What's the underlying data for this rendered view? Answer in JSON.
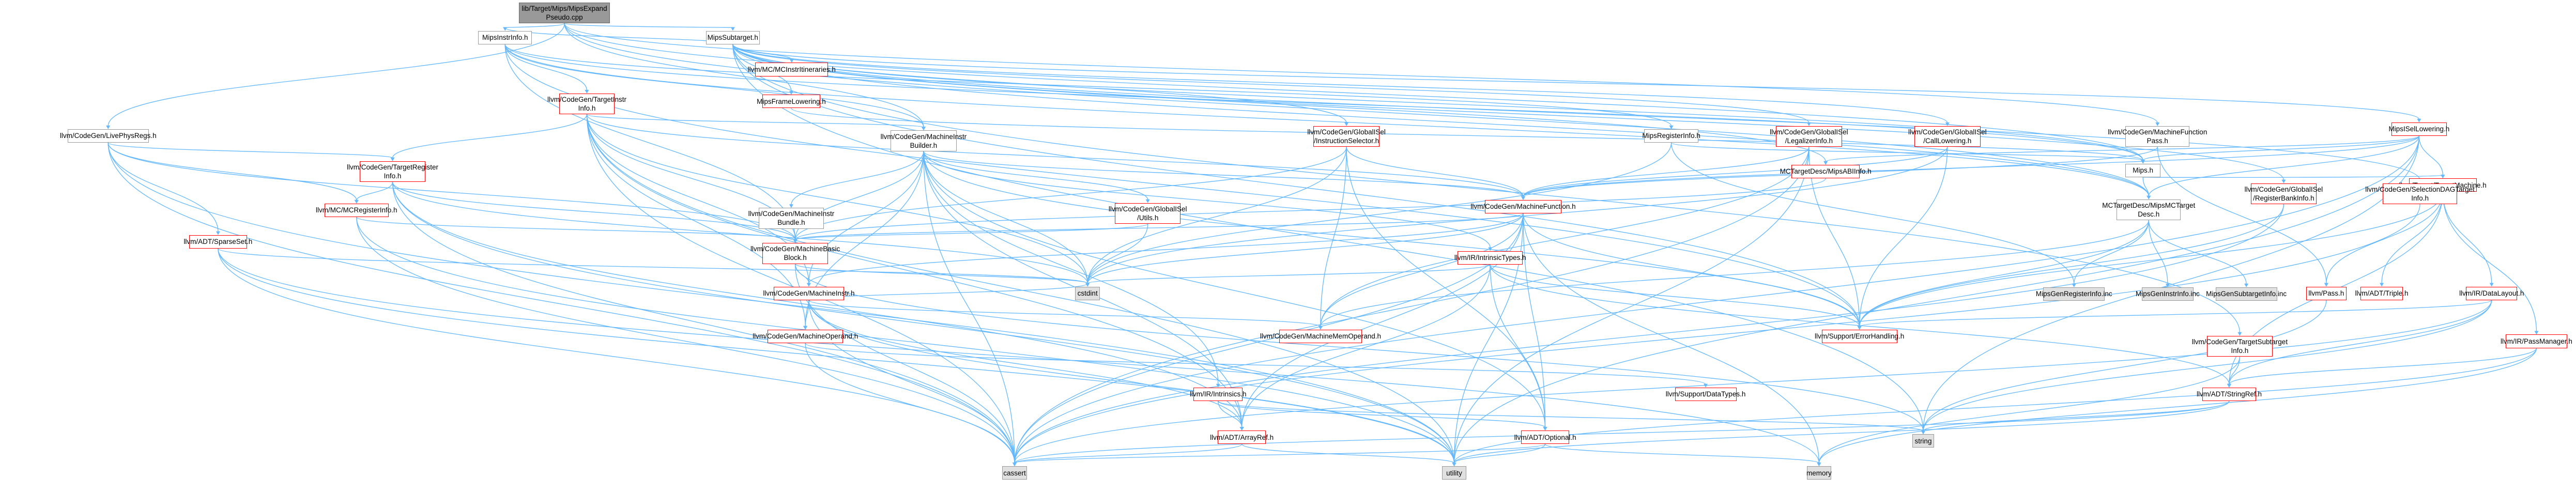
{
  "diagram": {
    "title": "",
    "colors": {
      "edge": "#63b8ff",
      "link_border": "#999999",
      "incomplete_border": "#ff0000",
      "grey_fill": "#e0e0e0",
      "root_fill": "#999999"
    },
    "nodes": [
      {
        "id": "root",
        "label": "lib/Target/Mips/MipsExpand\nPseudo.cpp",
        "style": "root"
      },
      {
        "id": "subtarget",
        "label": "MipsSubtarget.h",
        "style": "plain"
      },
      {
        "id": "instrinfo",
        "label": "MipsInstrInfo.h",
        "style": "plain"
      },
      {
        "id": "mcinstritin",
        "label": "llvm/MC/MCInstrItineraries.h",
        "style": "red"
      },
      {
        "id": "framelow",
        "label": "MipsFrameLowering.h",
        "style": "red"
      },
      {
        "id": "tii",
        "label": "llvm/CodeGen/TargetInstr\nInfo.h",
        "style": "red"
      },
      {
        "id": "livephys",
        "label": "llvm/CodeGen/LivePhysRegs.h",
        "style": "plain"
      },
      {
        "id": "mibuilder",
        "label": "llvm/CodeGen/MachineInstr\nBuilder.h",
        "style": "plain"
      },
      {
        "id": "gisel_is",
        "label": "llvm/CodeGen/GlobalISel\n/InstructionSelector.h",
        "style": "red"
      },
      {
        "id": "mipsreginfo",
        "label": "MipsRegisterInfo.h",
        "style": "plain"
      },
      {
        "id": "gisel_li",
        "label": "llvm/CodeGen/GlobalISel\n/LegalizerInfo.h",
        "style": "red"
      },
      {
        "id": "gisel_cl",
        "label": "llvm/CodeGen/GlobalISel\n/CallLowering.h",
        "style": "red"
      },
      {
        "id": "mfpass",
        "label": "llvm/CodeGen/MachineFunction\nPass.h",
        "style": "plain"
      },
      {
        "id": "isellow",
        "label": "MipsISelLowering.h",
        "style": "red"
      },
      {
        "id": "mcabi",
        "label": "MCTargetDesc/MipsABIInfo.h",
        "style": "red"
      },
      {
        "id": "mips_h",
        "label": "Mips.h",
        "style": "plain"
      },
      {
        "id": "mctd",
        "label": "MCTargetDesc/MipsMCTarget\nDesc.h",
        "style": "plain"
      },
      {
        "id": "tri",
        "label": "llvm/CodeGen/TargetRegister\nInfo.h",
        "style": "red"
      },
      {
        "id": "mcreginfo",
        "label": "llvm/MC/MCRegisterInfo.h",
        "style": "red"
      },
      {
        "id": "sparseset",
        "label": "llvm/ADT/SparseSet.h",
        "style": "red"
      },
      {
        "id": "mibundle",
        "label": "llvm/CodeGen/MachineInstr\nBundle.h",
        "style": "plain"
      },
      {
        "id": "gisel_utils",
        "label": "llvm/CodeGen/GlobalISel\n/Utils.h",
        "style": "red"
      },
      {
        "id": "mf",
        "label": "llvm/CodeGen/MachineFunction.h",
        "style": "red"
      },
      {
        "id": "mbb",
        "label": "llvm/CodeGen/MachineBasic\nBlock.h",
        "style": "red"
      },
      {
        "id": "irintrtypes",
        "label": "llvm/IR/IntrinsicTypes.h",
        "style": "red"
      },
      {
        "id": "mi",
        "label": "llvm/CodeGen/MachineInstr.h",
        "style": "red"
      },
      {
        "id": "mo",
        "label": "llvm/CodeGen/MachineOperand.h",
        "style": "red"
      },
      {
        "id": "cstdint",
        "label": "cstdint",
        "style": "grey"
      },
      {
        "id": "mmo",
        "label": "llvm/CodeGen/MachineMemOperand.h",
        "style": "red"
      },
      {
        "id": "errh",
        "label": "llvm/Support/ErrorHandling.h",
        "style": "red"
      },
      {
        "id": "irintrinsics",
        "label": "llvm/IR/Intrinsics.h",
        "style": "red"
      },
      {
        "id": "arrayref",
        "label": "llvm/ADT/ArrayRef.h",
        "style": "red"
      },
      {
        "id": "optional",
        "label": "llvm/ADT/Optional.h",
        "style": "red"
      },
      {
        "id": "datatypes",
        "label": "llvm/Support/DataTypes.h",
        "style": "red"
      },
      {
        "id": "cassert",
        "label": "cassert",
        "style": "grey"
      },
      {
        "id": "utility",
        "label": "utility",
        "style": "grey"
      },
      {
        "id": "memory",
        "label": "memory",
        "style": "grey"
      },
      {
        "id": "string",
        "label": "string",
        "style": "grey"
      },
      {
        "id": "genreg",
        "label": "MipsGenRegisterInfo.inc",
        "style": "grey"
      },
      {
        "id": "geninstr",
        "label": "MipsGenInstrInfo.inc",
        "style": "grey"
      },
      {
        "id": "gensub",
        "label": "MipsGenSubtargetInfo.inc",
        "style": "grey"
      },
      {
        "id": "targetmachine",
        "label": "llvm/Target/TargetMachine.h",
        "style": "red"
      },
      {
        "id": "pass",
        "label": "llvm/Pass.h",
        "style": "red"
      },
      {
        "id": "triple",
        "label": "llvm/ADT/Triple.h",
        "style": "red"
      },
      {
        "id": "datalayout",
        "label": "llvm/IR/DataLayout.h",
        "style": "red"
      },
      {
        "id": "passmanager",
        "label": "llvm/IR/PassManager.h",
        "style": "red"
      },
      {
        "id": "stringref",
        "label": "llvm/ADT/StringRef.h",
        "style": "red"
      },
      {
        "id": "tsi",
        "label": "llvm/CodeGen/TargetSubtarget\nInfo.h",
        "style": "red"
      },
      {
        "id": "gisel_rbi",
        "label": "llvm/CodeGen/GlobalISel\n/RegisterBankInfo.h",
        "style": "red"
      },
      {
        "id": "seldag",
        "label": "llvm/CodeGen/SelectionDAGTarget\nInfo.h",
        "style": "red"
      }
    ],
    "edges": [
      [
        "root",
        "subtarget"
      ],
      [
        "root",
        "instrinfo"
      ],
      [
        "root",
        "mips_h"
      ],
      [
        "root",
        "mibuilder"
      ],
      [
        "root",
        "livephys"
      ],
      [
        "root",
        "mfpass"
      ],
      [
        "root",
        "mctd"
      ],
      [
        "subtarget",
        "instrinfo"
      ],
      [
        "subtarget",
        "mcinstritin"
      ],
      [
        "subtarget",
        "framelow"
      ],
      [
        "subtarget",
        "isellow"
      ],
      [
        "subtarget",
        "mcabi"
      ],
      [
        "subtarget",
        "gisel_li"
      ],
      [
        "subtarget",
        "gisel_cl"
      ],
      [
        "subtarget",
        "gisel_is"
      ],
      [
        "subtarget",
        "gisel_rbi"
      ],
      [
        "subtarget",
        "seldag"
      ],
      [
        "subtarget",
        "tsi"
      ],
      [
        "subtarget",
        "mctd"
      ],
      [
        "subtarget",
        "errh"
      ],
      [
        "subtarget",
        "string"
      ],
      [
        "subtarget",
        "mips_h"
      ],
      [
        "instrinfo",
        "tii"
      ],
      [
        "instrinfo",
        "mipsreginfo"
      ],
      [
        "instrinfo",
        "mibuilder"
      ],
      [
        "instrinfo",
        "mbb"
      ],
      [
        "instrinfo",
        "mips_h"
      ],
      [
        "instrinfo",
        "mctd"
      ],
      [
        "instrinfo",
        "errh"
      ],
      [
        "framelow",
        "mips_h"
      ],
      [
        "tii",
        "mibuilder"
      ],
      [
        "tii",
        "tri"
      ],
      [
        "tii",
        "mbb"
      ],
      [
        "tii",
        "mi"
      ],
      [
        "tii",
        "mo"
      ],
      [
        "tii",
        "mf"
      ],
      [
        "tii",
        "cassert"
      ],
      [
        "tii",
        "cstdint"
      ],
      [
        "tii",
        "utility"
      ],
      [
        "tii",
        "arrayref"
      ],
      [
        "livephys",
        "tri"
      ],
      [
        "livephys",
        "mcreginfo"
      ],
      [
        "livephys",
        "sparseset"
      ],
      [
        "livephys",
        "mbb"
      ],
      [
        "livephys",
        "cassert"
      ],
      [
        "livephys",
        "utility"
      ],
      [
        "mibuilder",
        "mibundle"
      ],
      [
        "mibuilder",
        "gisel_utils"
      ],
      [
        "mibuilder",
        "mf"
      ],
      [
        "mibuilder",
        "mbb"
      ],
      [
        "mibuilder",
        "irintrtypes"
      ],
      [
        "mibuilder",
        "mi"
      ],
      [
        "mibuilder",
        "mo"
      ],
      [
        "mibuilder",
        "cstdint"
      ],
      [
        "mibuilder",
        "errh"
      ],
      [
        "mibuilder",
        "irintrinsics"
      ],
      [
        "mibuilder",
        "arrayref"
      ],
      [
        "mibuilder",
        "optional"
      ],
      [
        "mibuilder",
        "cassert"
      ],
      [
        "gisel_is",
        "mf"
      ],
      [
        "gisel_is",
        "mmo"
      ],
      [
        "gisel_is",
        "cstdint"
      ],
      [
        "gisel_is",
        "optional"
      ],
      [
        "gisel_is",
        "mbb"
      ],
      [
        "mipsreginfo",
        "mips_h"
      ],
      [
        "mipsreginfo",
        "genreg"
      ],
      [
        "mipsreginfo",
        "cstdint"
      ],
      [
        "gisel_li",
        "mf"
      ],
      [
        "gisel_li",
        "mmo"
      ],
      [
        "gisel_li",
        "errh"
      ],
      [
        "gisel_li",
        "cassert"
      ],
      [
        "gisel_li",
        "utility"
      ],
      [
        "gisel_cl",
        "mf"
      ],
      [
        "gisel_cl",
        "errh"
      ],
      [
        "gisel_cl",
        "cstdint"
      ],
      [
        "mfpass",
        "pass"
      ],
      [
        "mfpass",
        "mf"
      ],
      [
        "isellow",
        "mcabi"
      ],
      [
        "isellow",
        "mips_h"
      ],
      [
        "isellow",
        "mctd"
      ],
      [
        "isellow",
        "mf"
      ],
      [
        "isellow",
        "targetmachine"
      ],
      [
        "isellow",
        "cassert"
      ],
      [
        "isellow",
        "utility"
      ],
      [
        "isellow",
        "string"
      ],
      [
        "mcabi",
        "mbb"
      ],
      [
        "mips_h",
        "mctd"
      ],
      [
        "mips_h",
        "targetmachine"
      ],
      [
        "mctd",
        "genreg"
      ],
      [
        "mctd",
        "geninstr"
      ],
      [
        "mctd",
        "gensub"
      ],
      [
        "mctd",
        "mmo"
      ],
      [
        "mctd",
        "errh"
      ],
      [
        "tri",
        "mcreginfo"
      ],
      [
        "tri",
        "mbb"
      ],
      [
        "tri",
        "arrayref"
      ],
      [
        "tri",
        "cassert"
      ],
      [
        "tri",
        "cstdint"
      ],
      [
        "tri",
        "utility"
      ],
      [
        "mcreginfo",
        "mbb"
      ],
      [
        "mcreginfo",
        "cassert"
      ],
      [
        "mcreginfo",
        "utility"
      ],
      [
        "sparseset",
        "cassert"
      ],
      [
        "sparseset",
        "cstdint"
      ],
      [
        "sparseset",
        "utility"
      ],
      [
        "sparseset",
        "memory"
      ],
      [
        "gisel_utils",
        "mbb"
      ],
      [
        "gisel_utils",
        "cstdint"
      ],
      [
        "mf",
        "mbb"
      ],
      [
        "mf",
        "mi"
      ],
      [
        "mf",
        "mmo"
      ],
      [
        "mf",
        "errh"
      ],
      [
        "mf",
        "arrayref"
      ],
      [
        "mf",
        "optional"
      ],
      [
        "mf",
        "cassert"
      ],
      [
        "mf",
        "cstdint"
      ],
      [
        "mf",
        "utility"
      ],
      [
        "mf",
        "memory"
      ],
      [
        "mbb",
        "mi"
      ],
      [
        "mbb",
        "cassert"
      ],
      [
        "mbb",
        "cstdint"
      ],
      [
        "mbb",
        "string"
      ],
      [
        "irintrtypes",
        "cstdint"
      ],
      [
        "irintrtypes",
        "arrayref"
      ],
      [
        "irintrtypes",
        "optional"
      ],
      [
        "irintrtypes",
        "errh"
      ],
      [
        "irintrtypes",
        "stringref"
      ],
      [
        "mi",
        "mo"
      ],
      [
        "mi",
        "mmo"
      ],
      [
        "mi",
        "cstdint"
      ],
      [
        "mi",
        "utility"
      ],
      [
        "mi",
        "cassert"
      ],
      [
        "mi",
        "arrayref"
      ],
      [
        "mo",
        "datatypes"
      ],
      [
        "mo",
        "cassert"
      ],
      [
        "irintrinsics",
        "arrayref"
      ],
      [
        "irintrinsics",
        "optional"
      ],
      [
        "irintrinsics",
        "string"
      ],
      [
        "arrayref",
        "cassert"
      ],
      [
        "arrayref",
        "utility"
      ],
      [
        "optional",
        "cassert"
      ],
      [
        "optional",
        "utility"
      ],
      [
        "optional",
        "memory"
      ],
      [
        "stringref",
        "string"
      ],
      [
        "stringref",
        "utility"
      ],
      [
        "stringref",
        "cassert"
      ],
      [
        "targetmachine",
        "pass"
      ],
      [
        "targetmachine",
        "triple"
      ],
      [
        "targetmachine",
        "datalayout"
      ],
      [
        "targetmachine",
        "passmanager"
      ],
      [
        "targetmachine",
        "stringref"
      ],
      [
        "targetmachine",
        "errh"
      ],
      [
        "datalayout",
        "stringref"
      ],
      [
        "datalayout",
        "errh"
      ],
      [
        "datalayout",
        "cassert"
      ],
      [
        "datalayout",
        "string"
      ],
      [
        "pass",
        "string"
      ],
      [
        "tsi",
        "stringref"
      ],
      [
        "tsi",
        "memory"
      ],
      [
        "passmanager",
        "stringref"
      ],
      [
        "passmanager",
        "memory"
      ],
      [
        "passmanager",
        "utility"
      ],
      [
        "gisel_rbi",
        "errh"
      ],
      [
        "gisel_rbi",
        "cassert"
      ],
      [
        "seldag",
        "cassert"
      ]
    ]
  }
}
